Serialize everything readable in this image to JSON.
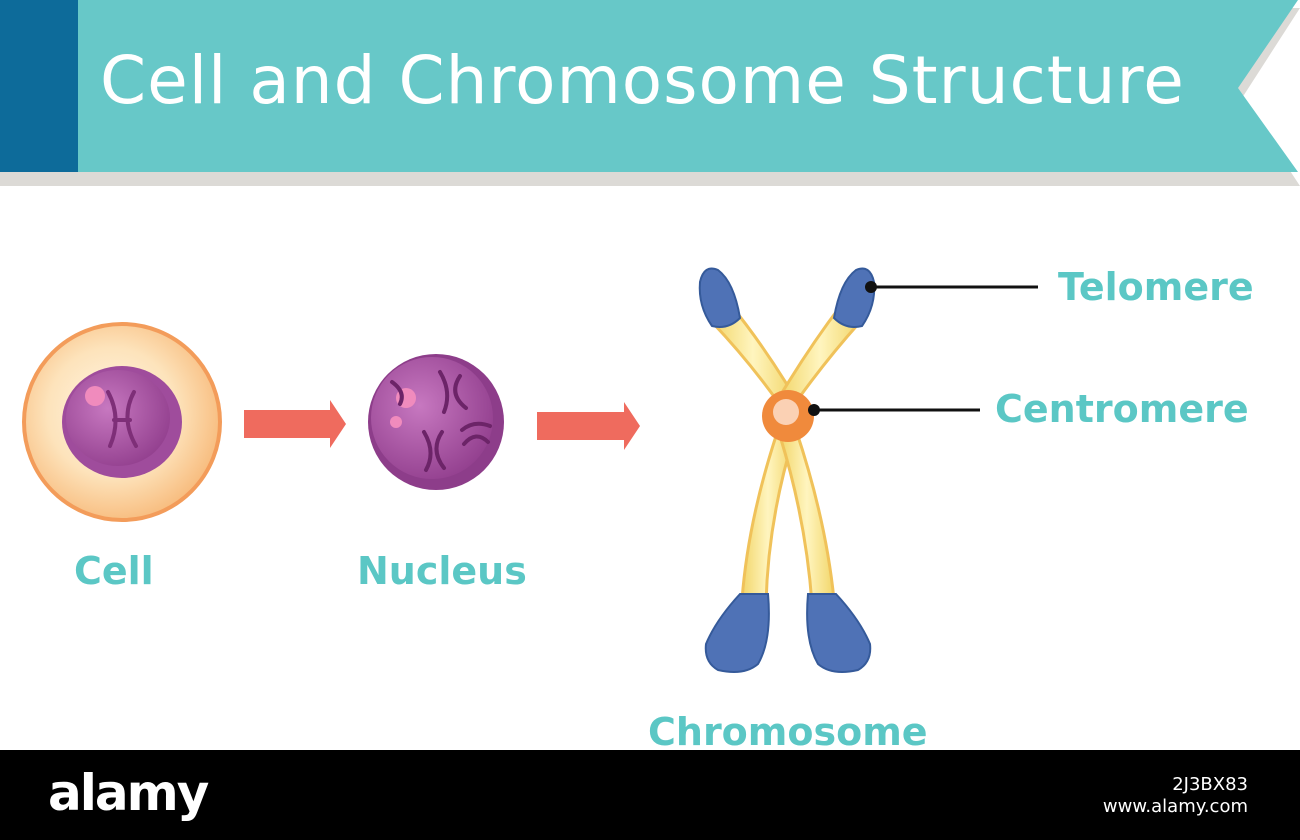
{
  "title": "Cell and Chromosome Structure",
  "labels": {
    "cell": "Cell",
    "nucleus": "Nucleus",
    "chromosome": "Chromosome",
    "telomere": "Telomere",
    "centromere": "Centromere"
  },
  "footer": {
    "brand": "alamy",
    "image_id": "2J3BX83",
    "site_url": "www.alamy.com"
  },
  "colors": {
    "banner": "#67c8c8",
    "banner_accent": "#0d6b9a",
    "label_text": "#5bc7c5",
    "arrow": "#ef6b5e",
    "telomere": "#4f72b6",
    "chromatid": "#f6e58c",
    "centromere": "#f08a3c",
    "nucleus": "#a95aa8",
    "cell_membrane": "#f6c78c"
  }
}
